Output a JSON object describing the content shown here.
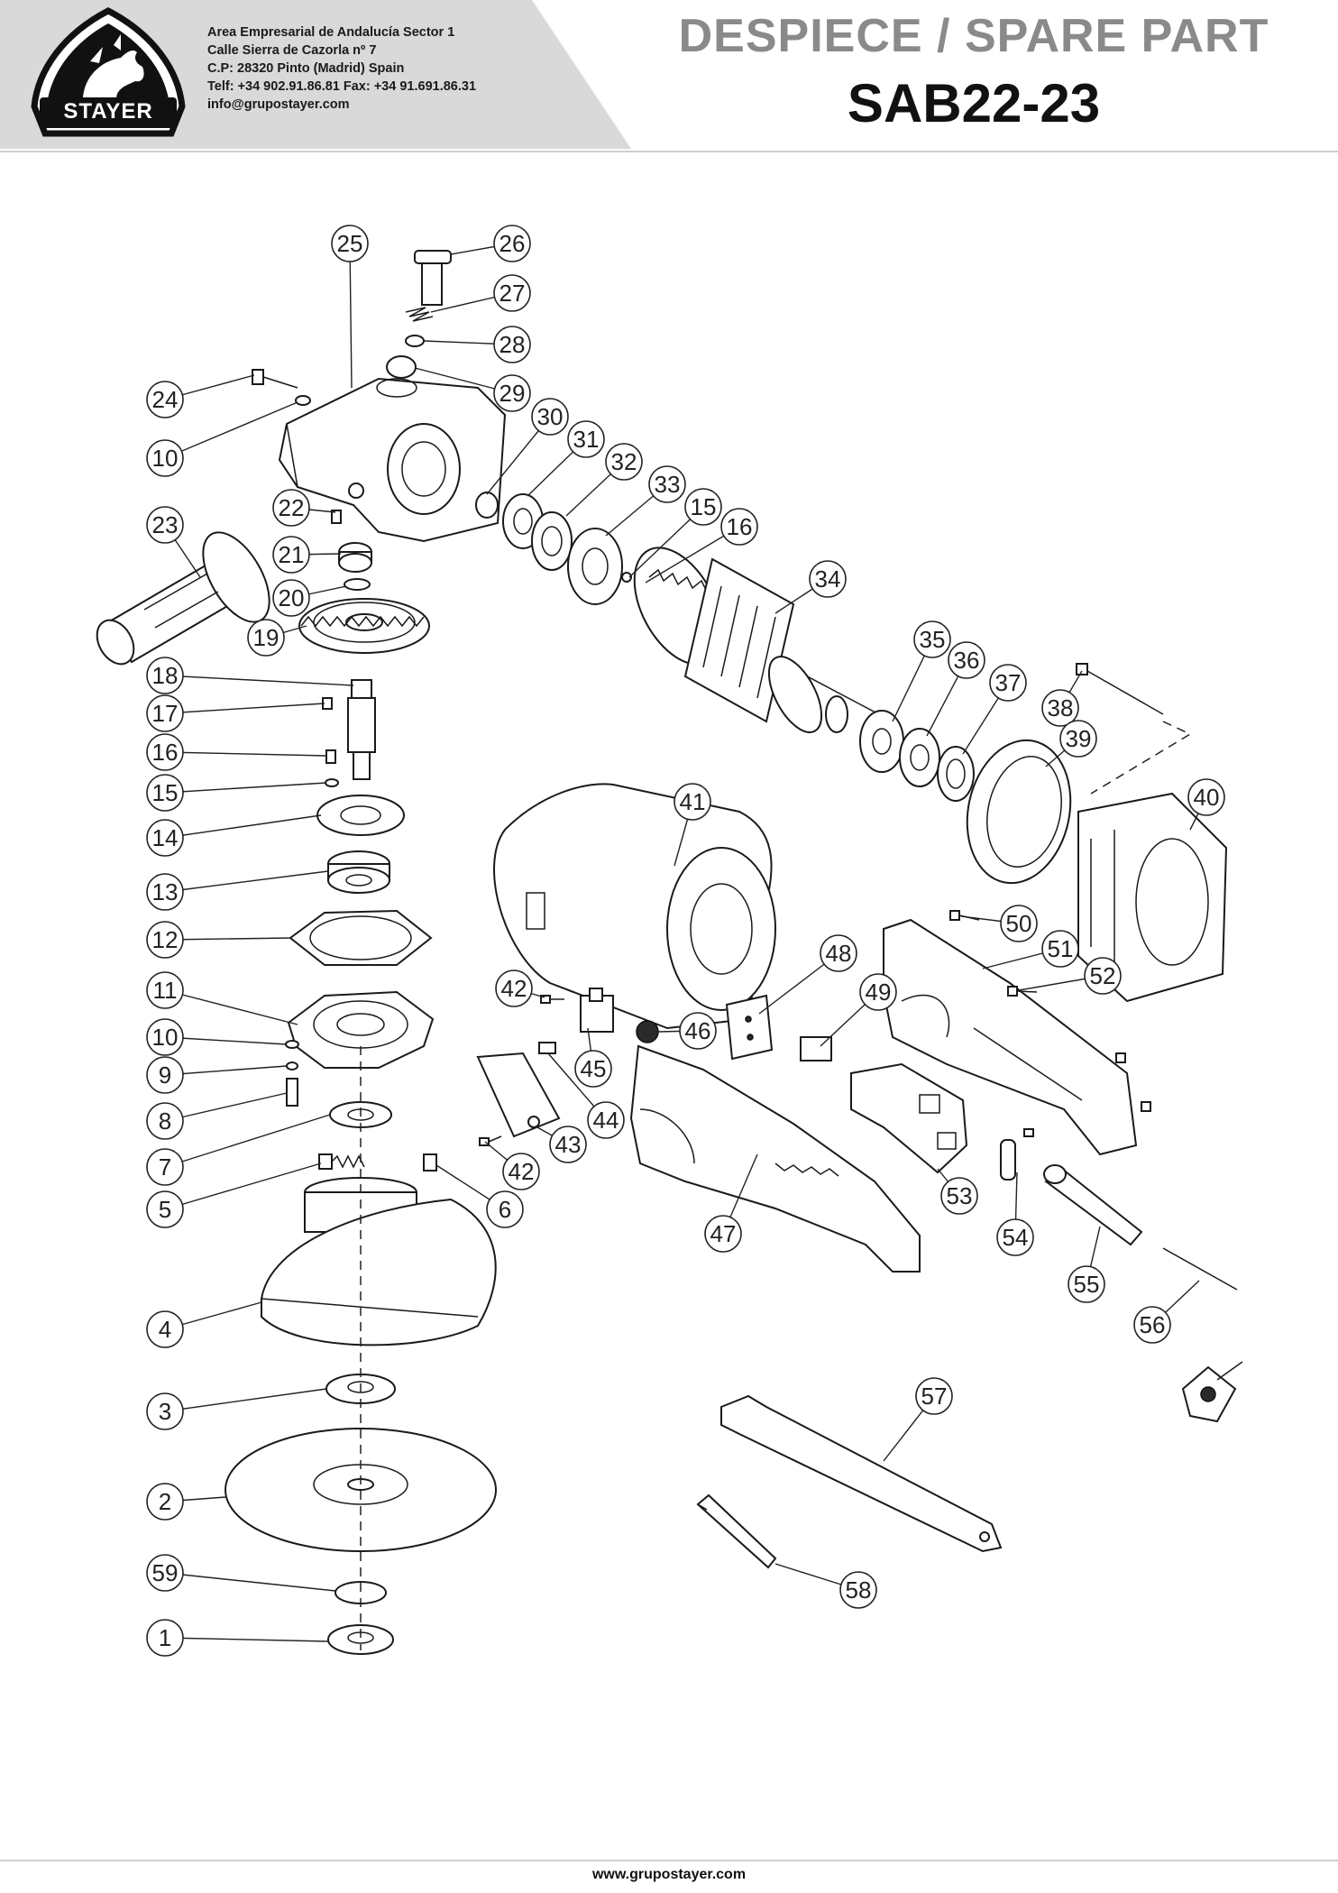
{
  "header": {
    "brand": "STAYER",
    "company_lines": [
      "Area Empresarial de Andalucía Sector 1",
      "Calle Sierra de Cazorla nº 7",
      "C.P: 28320 Pinto (Madrid) Spain",
      "Telf: +34 902.91.86.81 Fax: +34 91.691.86.31",
      "info@grupostayer.com"
    ],
    "title": "DESPIECE / SPARE PART",
    "model": "SAB22-23",
    "band_color": "#d9d9d9"
  },
  "diagram": {
    "callouts": [
      "25",
      "26",
      "27",
      "28",
      "24",
      "29",
      "10",
      "30",
      "31",
      "32",
      "33",
      "15",
      "16",
      "23",
      "22",
      "21",
      "20",
      "19",
      "34",
      "18",
      "17",
      "16",
      "35",
      "36",
      "37",
      "38",
      "15",
      "14",
      "39",
      "40",
      "13",
      "41",
      "12",
      "11",
      "50",
      "51",
      "42",
      "52",
      "48",
      "49",
      "10",
      "46",
      "9",
      "45",
      "44",
      "8",
      "43",
      "53",
      "7",
      "42",
      "5",
      "6",
      "54",
      "47",
      "4",
      "55",
      "56",
      "3",
      "57",
      "2",
      "59",
      "58",
      "1"
    ]
  },
  "footer": {
    "website": "www.grupostayer.com"
  }
}
